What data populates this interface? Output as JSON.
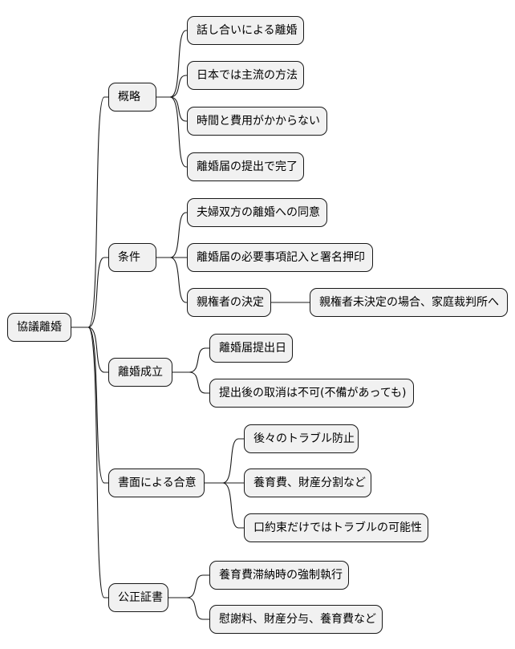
{
  "mindmap": {
    "root": {
      "id": "root",
      "label": "協議離婚"
    },
    "branches": [
      {
        "id": "b1",
        "label": "概略",
        "children": [
          {
            "id": "b1c1",
            "label": "話し合いによる離婚"
          },
          {
            "id": "b1c2",
            "label": "日本では主流の方法"
          },
          {
            "id": "b1c3",
            "label": "時間と費用がかからない"
          },
          {
            "id": "b1c4",
            "label": "離婚届の提出で完了"
          }
        ]
      },
      {
        "id": "b2",
        "label": "条件",
        "children": [
          {
            "id": "b2c1",
            "label": "夫婦双方の離婚への同意"
          },
          {
            "id": "b2c2",
            "label": "離婚届の必要事項記入と署名押印"
          },
          {
            "id": "b2c3",
            "label": "親権者の決定",
            "children": [
              {
                "id": "b2c3a",
                "label": "親権者未決定の場合、家庭裁判所へ"
              }
            ]
          }
        ]
      },
      {
        "id": "b3",
        "label": "離婚成立",
        "children": [
          {
            "id": "b3c1",
            "label": "離婚届提出日"
          },
          {
            "id": "b3c2",
            "label": "提出後の取消は不可(不備があっても)"
          }
        ]
      },
      {
        "id": "b4",
        "label": "書面による合意",
        "children": [
          {
            "id": "b4c1",
            "label": "後々のトラブル防止"
          },
          {
            "id": "b4c2",
            "label": "養育費、財産分割など"
          },
          {
            "id": "b4c3",
            "label": "口約束だけではトラブルの可能性"
          }
        ]
      },
      {
        "id": "b5",
        "label": "公正証書",
        "children": [
          {
            "id": "b5c1",
            "label": "養育費滞納時の強制執行"
          },
          {
            "id": "b5c2",
            "label": "慰謝料、財産分与、養育費など"
          }
        ]
      }
    ]
  },
  "colors": {
    "node_fill": "#f1f1f1",
    "node_border": "#181818",
    "edge": "#181818"
  }
}
